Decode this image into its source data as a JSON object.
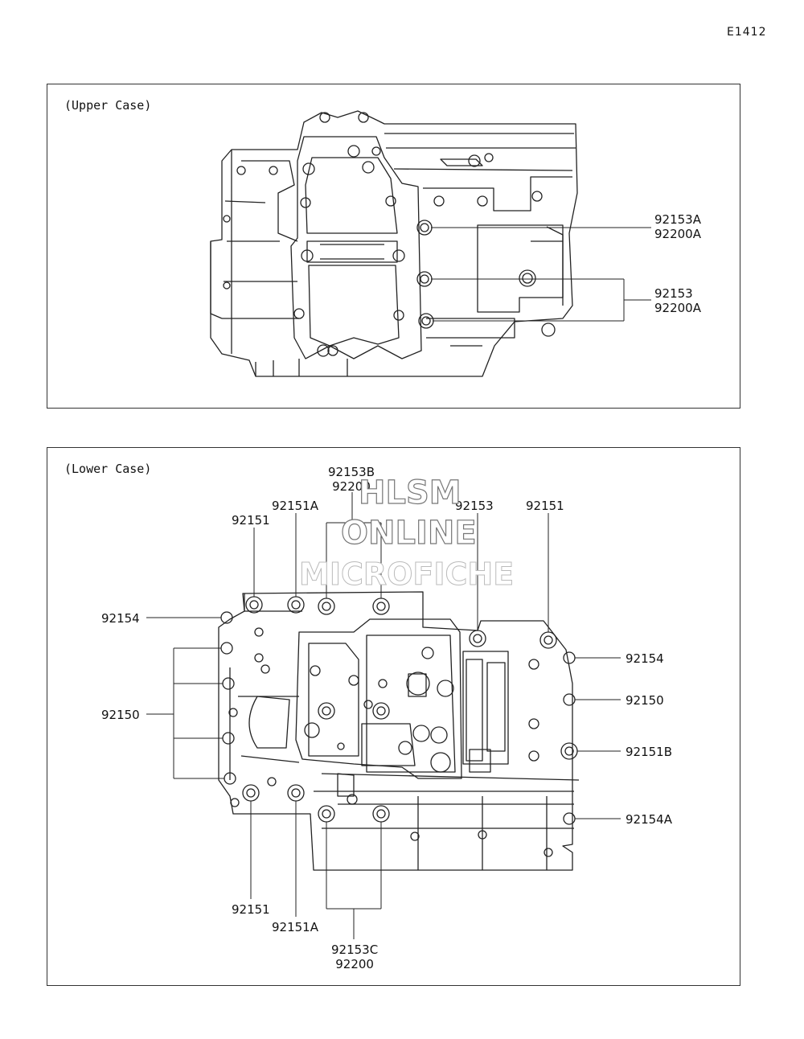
{
  "diagram_code": "E1412",
  "upper_case": {
    "title": "(Upper Case)",
    "callouts": [
      {
        "id": "up-92153a",
        "lines": [
          "92153A",
          "92200A"
        ]
      },
      {
        "id": "up-92153",
        "lines": [
          "92153",
          "92200A"
        ]
      }
    ]
  },
  "lower_case": {
    "title": "(Lower Case)",
    "callouts": [
      {
        "id": "lo-92153b",
        "lines": [
          "92153B",
          "92200"
        ]
      },
      {
        "id": "lo-92151a-top",
        "lines": [
          "92151A"
        ]
      },
      {
        "id": "lo-92153-top",
        "lines": [
          "92153"
        ]
      },
      {
        "id": "lo-92151-topright",
        "lines": [
          "92151"
        ]
      },
      {
        "id": "lo-92151-topleft",
        "lines": [
          "92151"
        ]
      },
      {
        "id": "lo-92154-left",
        "lines": [
          "92154"
        ]
      },
      {
        "id": "lo-92150-left",
        "lines": [
          "92150"
        ]
      },
      {
        "id": "lo-92154-right",
        "lines": [
          "92154"
        ]
      },
      {
        "id": "lo-92150-right",
        "lines": [
          "92150"
        ]
      },
      {
        "id": "lo-92151b",
        "lines": [
          "92151B"
        ]
      },
      {
        "id": "lo-92154a",
        "lines": [
          "92154A"
        ]
      },
      {
        "id": "lo-92151-bottom",
        "lines": [
          "92151"
        ]
      },
      {
        "id": "lo-92151a-bottom",
        "lines": [
          "92151A"
        ]
      },
      {
        "id": "lo-92153c",
        "lines": [
          "92153C",
          "92200"
        ]
      }
    ]
  },
  "watermark": {
    "line1": "HLSM",
    "line2": "ONLINE",
    "line3": "MICROFICHE"
  },
  "colors": {
    "line": "#222222",
    "frame": "#333333",
    "watermark_outline": "#777777"
  }
}
